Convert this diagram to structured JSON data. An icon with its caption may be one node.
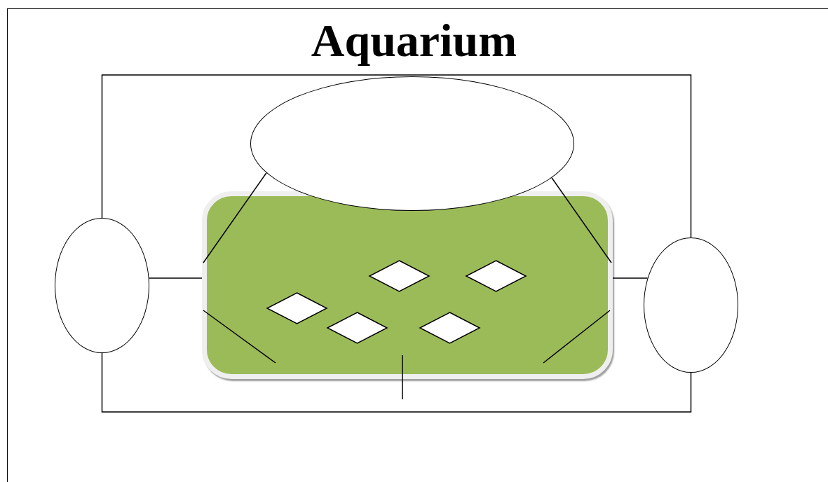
{
  "diagram": {
    "title": "Aquarium",
    "nodes": [
      {
        "text": [],
        "shape": "circle"
      },
      {
        "text": [],
        "shape": "circle"
      },
      {
        "text": [],
        "shape": "box"
      },
      {
        "text": [],
        "shape": "diamond",
        "in": 2
      },
      {
        "text": [],
        "shape": "diamond",
        "in": 2
      },
      {
        "text": [],
        "shape": "diamond",
        "in": 2
      },
      {
        "text": [],
        "shape": "diamond",
        "in": 2
      },
      {
        "text": [],
        "shape": "diamond",
        "in": 2
      },
      {
        "text": [],
        "shape": "circle"
      }
    ],
    "edges": [
      {
        "from": 1,
        "to": 8,
        "arrow": "none"
      },
      {
        "from": 1,
        "to": 8,
        "arrow": "none"
      },
      {
        "from": 1,
        "to": 2,
        "arrow": "none"
      },
      {
        "from": 8,
        "to": 2,
        "arrow": "none"
      },
      {
        "from": 0,
        "to": 2,
        "arrow": "none"
      },
      {
        "from": 0,
        "to": 2,
        "arrow": "none"
      }
    ]
  }
}
